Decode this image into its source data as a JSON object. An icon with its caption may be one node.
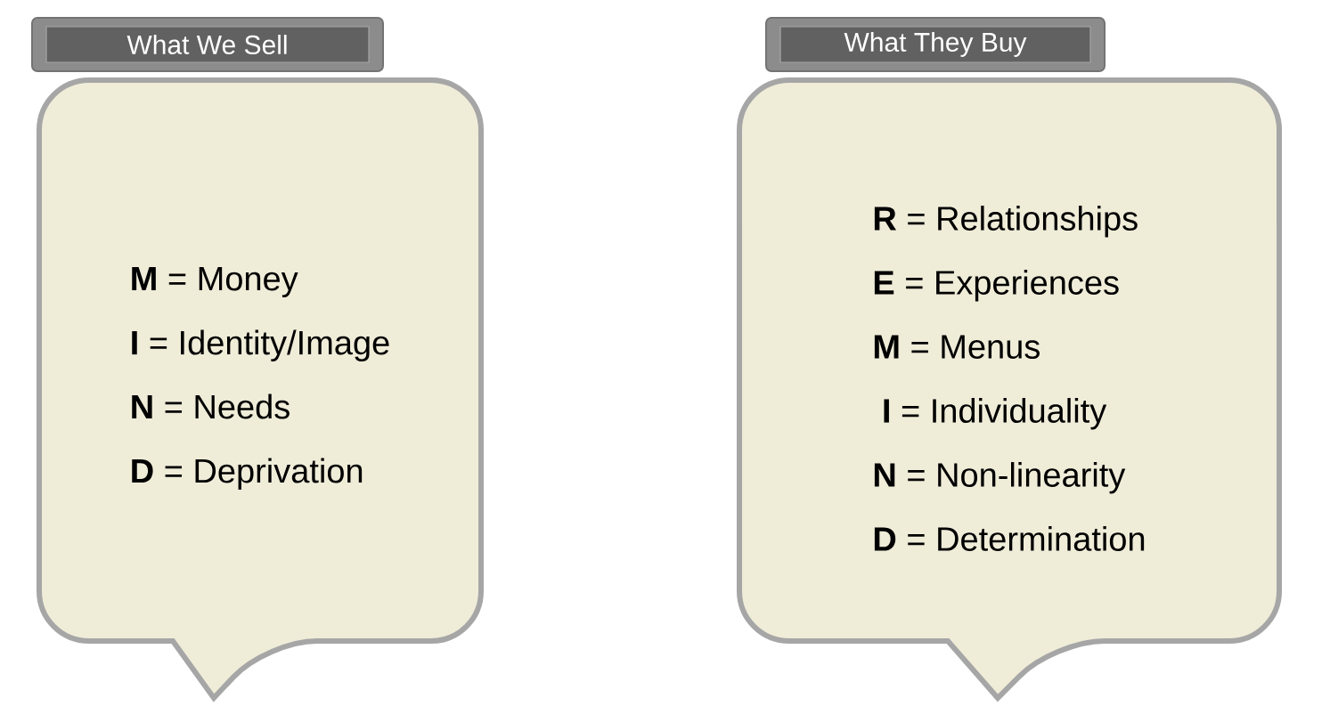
{
  "diagram": {
    "nodes": [
      {
        "text": [
          "What We Sell"
        ]
      },
      {
        "text": [
          "**M** = Money",
          "**I** =   Identity/Image",
          "**N** = Needs",
          "**D** = Deprivation"
        ]
      },
      {
        "text": [
          "What They Buy"
        ]
      },
      {
        "text": [
          "**R** =  Relationships",
          "**E** =  Experiences",
          "**M** =  Menus",
          " **I** =   Individuality",
          "**N** =  Non-linearity",
          "**D** =  Determination"
        ]
      }
    ]
  }
}
